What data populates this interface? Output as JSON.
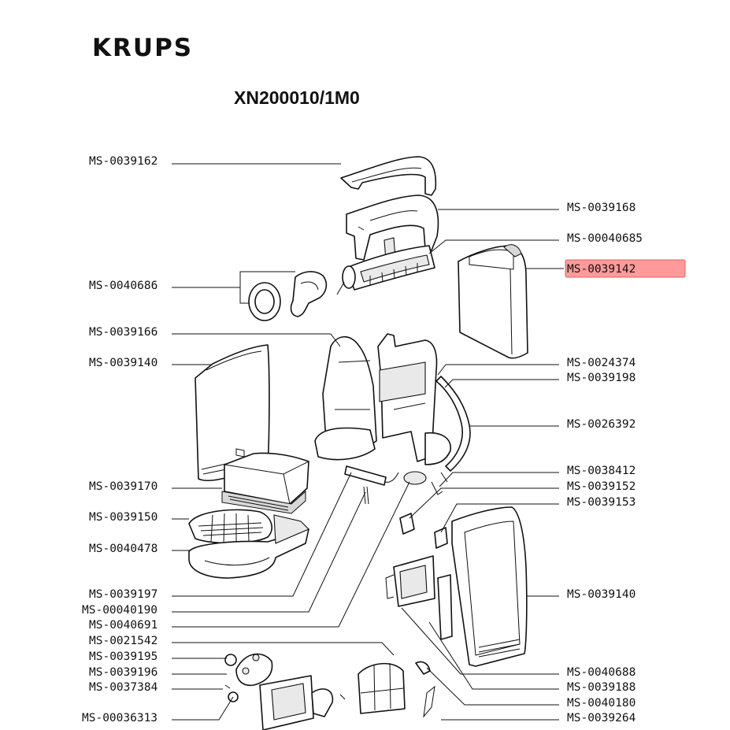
{
  "header": {
    "brand": "KRUPS",
    "model": "XN200010/1M0"
  },
  "colors": {
    "highlight": "#ff9a9a",
    "line": "#111111"
  },
  "parts_left": [
    "MS-0039162",
    "MS-0040686",
    "MS-0039166",
    "MS-0039140",
    "MS-0039170",
    "MS-0039150",
    "MS-0040478",
    "MS-0039197",
    "MS-00040190",
    "MS-0040691",
    "MS-0021542",
    "MS-0039195",
    "MS-0039196",
    "MS-0037384",
    "MS-00036313"
  ],
  "parts_right": [
    "MS-0039168",
    "MS-00040685",
    "MS-0039142",
    "MS-0024374",
    "MS-0039198",
    "MS-0026392",
    "MS-0038412",
    "MS-0039152",
    "MS-0039153",
    "MS-0039140",
    "MS-0040688",
    "MS-0039188",
    "MS-0040180",
    "MS-0039264"
  ],
  "highlighted_part": "MS-0039142"
}
